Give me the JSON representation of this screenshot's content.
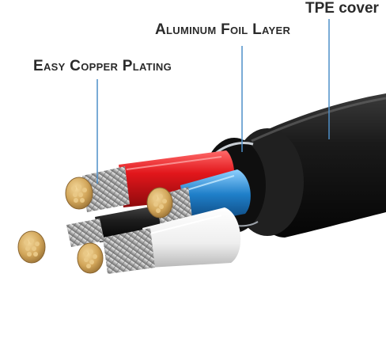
{
  "labels": {
    "tpe_cover": "TPE cover",
    "aluminum_foil": "Aluminum Foil Layer",
    "copper_plating": "Easy Copper Plating"
  },
  "colors": {
    "jacket": "#141414",
    "red_wire": "#e2161b",
    "blue_wire": "#1f7fc9",
    "white_wire": "#f4f4f4",
    "black_wire": "#1e1e1e",
    "foil": "#b9bfc6",
    "copper": "#d2a65a",
    "callout_line": "#4f8fc8"
  }
}
